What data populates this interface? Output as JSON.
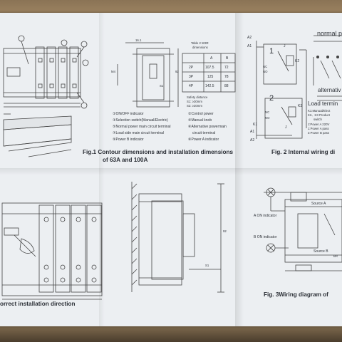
{
  "fig1": {
    "caption_line1": "Fig.1 Contour dimensions and installation dimensions",
    "caption_line2": "of 63A and 100A",
    "dim_top": "16.1",
    "dim_side": "M4",
    "dim_height": "92",
    "dim_depth": "S1",
    "legend_left": [
      "①ON/OFF indicator",
      "③Selection switch(Manual/Electric)",
      "⑤Normal power main circuit terminal",
      "⑦Load side main circuit terminal",
      "⑨Power B indicator"
    ],
    "legend_right": [
      "②Control power",
      "④Manual knob",
      "⑥Alternative powermain",
      "circuit terminal",
      "⑧Power A indicator"
    ]
  },
  "table": {
    "title_line1": "Table 2 W3R",
    "title_line2": "dimensions",
    "headers": [
      "",
      "A",
      "B"
    ],
    "rows": [
      [
        "2P",
        "107.5",
        "72"
      ],
      [
        "3P",
        "125",
        "78"
      ],
      [
        "4P",
        "142.5",
        "88"
      ]
    ],
    "safety_title": "Safety distance",
    "safety_1": "S1: ≥30mm",
    "safety_2": "S2: ≥20mm"
  },
  "fig2": {
    "caption": "Fig. 2 Internal wiring di",
    "normal_label": "normal p",
    "alternative_label": "alternativ",
    "load_label": "Load termin",
    "notes": [
      "K1:Manual/Elect",
      "K2、K3 Product",
      "switch",
      "J:Power A 220V",
      "1:Power A pass",
      "2:Power B pass"
    ],
    "labels": [
      "A2",
      "A1",
      "K1",
      "A1",
      "A2",
      "K2",
      "K3",
      "NC",
      "NO",
      "NC",
      "NO",
      "1",
      "2",
      "J",
      "J"
    ]
  },
  "fig_bottom_left": {
    "caption": "orrect installation direction"
  },
  "fig_bottom_mid": {
    "dim_92": "92",
    "dim_s1": "S1"
  },
  "fig3": {
    "caption": "Fig. 3Wiring diagram of",
    "a_on": "A ON indicator",
    "b_on": "B ON indicator",
    "source_a": "Source A",
    "source_b": "Source B",
    "br": "BR"
  }
}
